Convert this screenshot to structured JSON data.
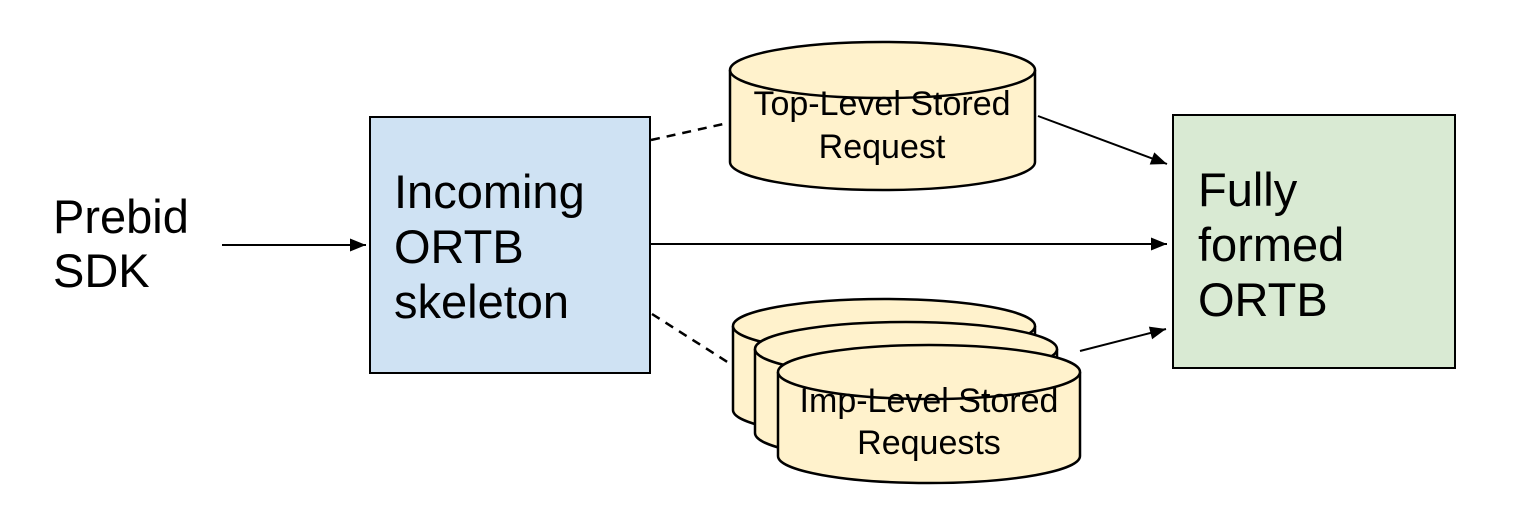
{
  "diagram": {
    "nodes": {
      "prebid_sdk": {
        "lines": [
          "Prebid",
          "SDK"
        ]
      },
      "incoming_ortb_skeleton": {
        "lines": [
          "Incoming",
          "ORTB",
          "skeleton"
        ]
      },
      "top_level_stored_request": {
        "lines": [
          "Top-Level Stored",
          "Request"
        ]
      },
      "imp_level_stored_requests": {
        "lines": [
          "Imp-Level Stored",
          "Requests"
        ]
      },
      "fully_formed_ortb": {
        "lines": [
          "Fully",
          "formed",
          "ORTB"
        ]
      }
    },
    "edges": [
      {
        "from": "prebid_sdk",
        "to": "incoming_ortb_skeleton",
        "style": "solid",
        "arrow": true
      },
      {
        "from": "incoming_ortb_skeleton",
        "to": "top_level_stored_request",
        "style": "dashed",
        "arrow": false
      },
      {
        "from": "top_level_stored_request",
        "to": "fully_formed_ortb",
        "style": "solid",
        "arrow": true
      },
      {
        "from": "incoming_ortb_skeleton",
        "to": "fully_formed_ortb",
        "style": "solid",
        "arrow": true
      },
      {
        "from": "incoming_ortb_skeleton",
        "to": "imp_level_stored_requests",
        "style": "dashed",
        "arrow": false
      },
      {
        "from": "imp_level_stored_requests",
        "to": "fully_formed_ortb",
        "style": "solid",
        "arrow": true
      }
    ],
    "colors": {
      "node_blue": "#cfe2f3",
      "node_yellow": "#fff2cc",
      "node_green": "#d9ead3",
      "stroke": "#000000",
      "text": "#000000",
      "background": "#ffffff"
    }
  }
}
